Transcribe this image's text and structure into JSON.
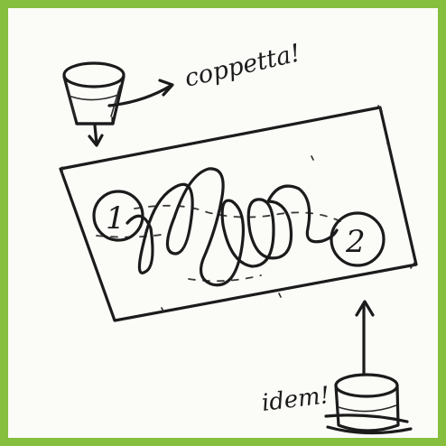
{
  "frame": {
    "border_color": "#86be3e",
    "paper_color": "#fbfbf8",
    "ink_color": "#1c1b1c"
  },
  "annotations": {
    "top_label": "coppetta!",
    "bottom_label": "idem!"
  },
  "markers": {
    "start": "1",
    "end": "2"
  }
}
